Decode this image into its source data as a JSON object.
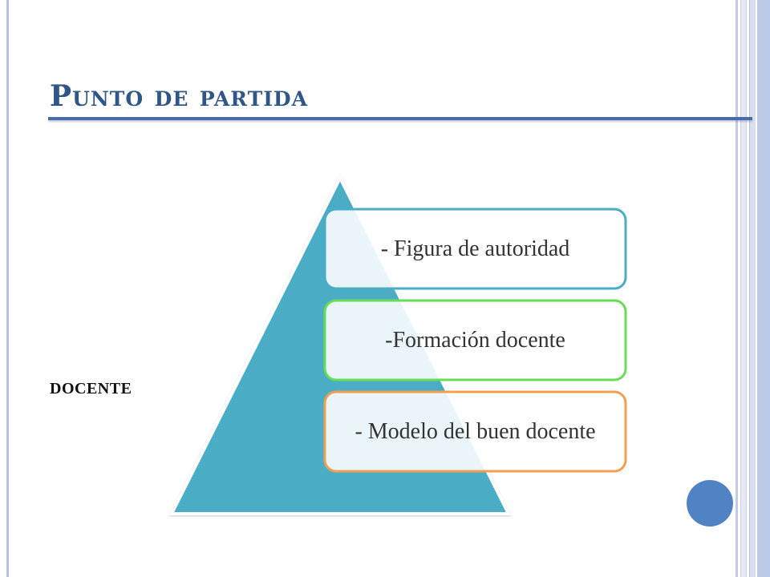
{
  "slide": {
    "title": "Punto de partida",
    "left_label": "DOCENTE"
  },
  "diagram": {
    "triangle_color": "#4bacc6",
    "items": [
      {
        "text": "- Figura de autoridad",
        "border_color": "#4bacc6"
      },
      {
        "text": "-Formación docente",
        "border_color": "#66dd55"
      },
      {
        "text": "- Modelo del buen docente",
        "border_color": "#f0a050"
      }
    ]
  },
  "colors": {
    "title": "#2f5689",
    "rule": "#4a6ca6",
    "accent_circle": "#5082c4"
  }
}
